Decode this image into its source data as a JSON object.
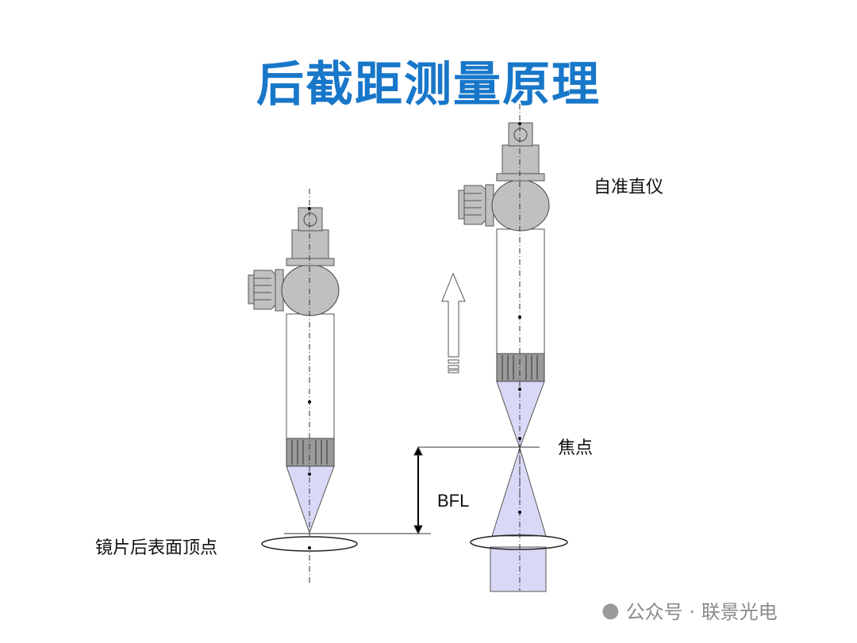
{
  "title": "后截距测量原理",
  "labels": {
    "autocollimator": "自准直仪",
    "focus": "焦点",
    "bfl": "BFL",
    "lens_vertex": "镜片后表面顶点"
  },
  "watermark": "公众号 · 联景光电",
  "colors": {
    "title": "#1877c9",
    "beam": "#d9d9f7",
    "body": "#c0c0c0"
  }
}
